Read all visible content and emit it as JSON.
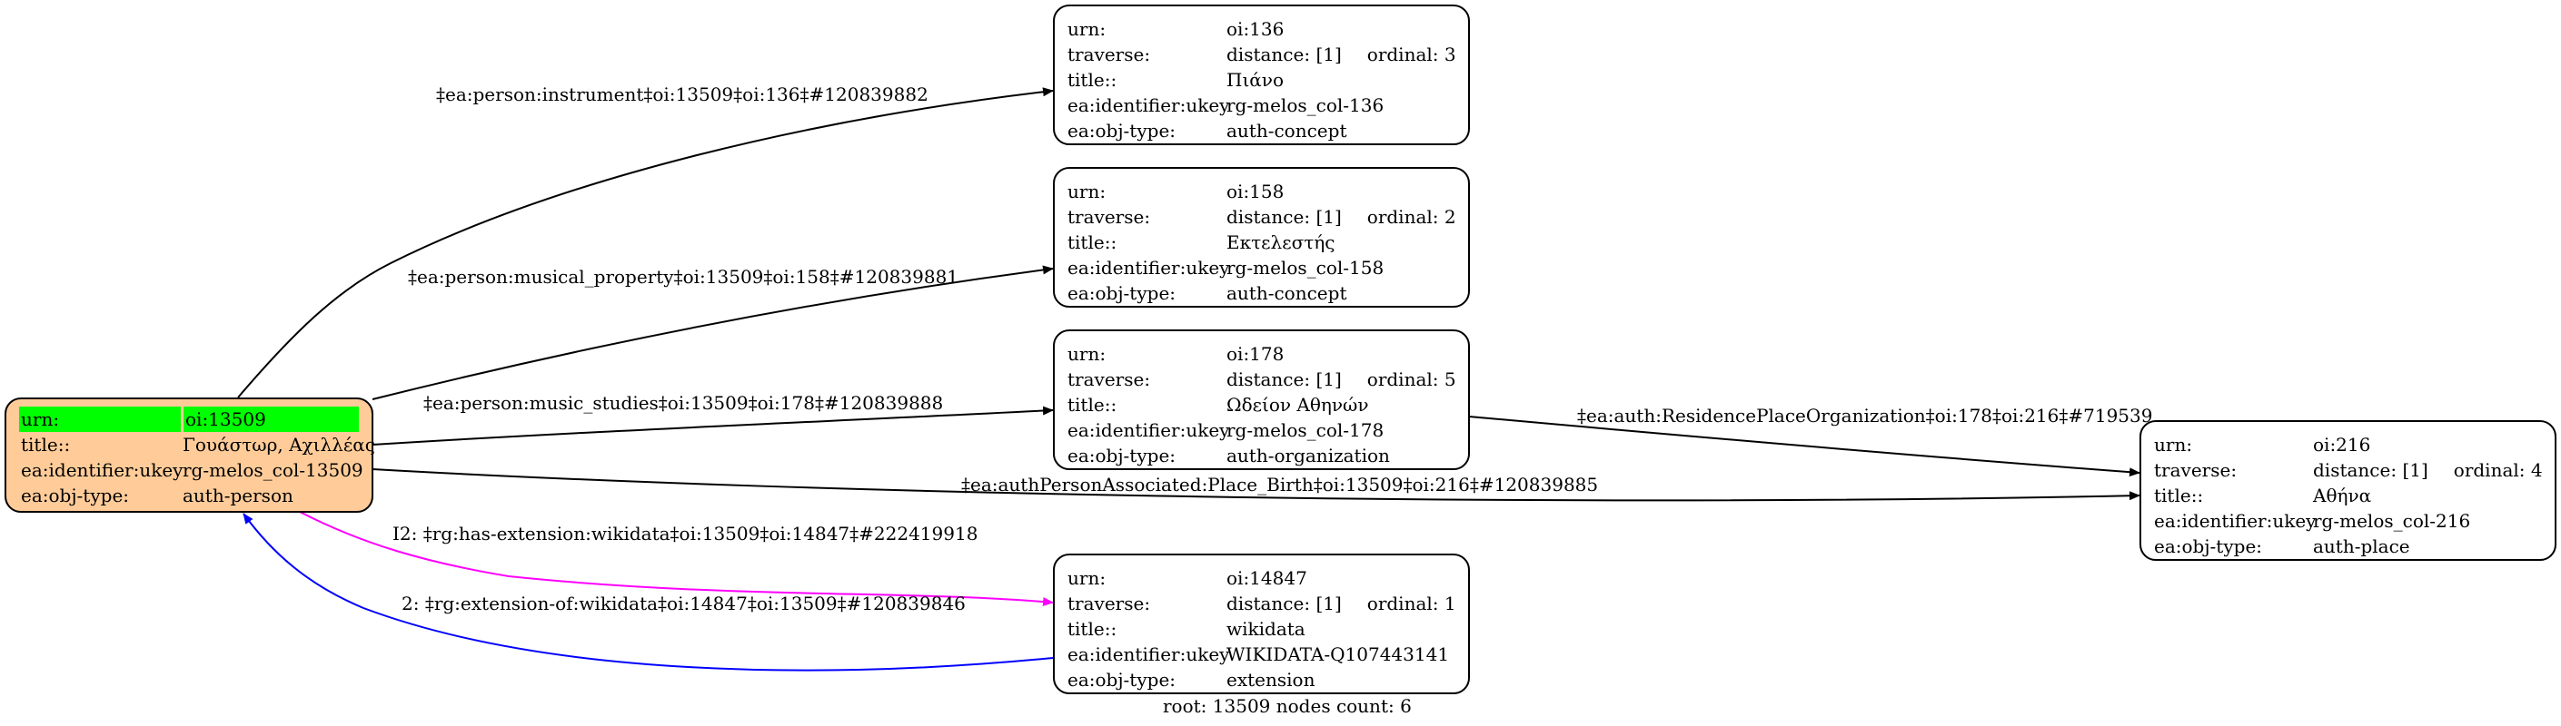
{
  "graph": {
    "root_node": {
      "urn_label": "urn:",
      "urn": "oi:13509",
      "title_label": "title::",
      "title": "Γουάστωρ, Αχιλλέας",
      "ukey_label": "ea:identifier:ukey",
      "ukey": "rg-melos_col-13509",
      "type_label": "ea:obj-type:",
      "type": "auth-person",
      "fill_color": "#ffcc99",
      "highlight_color": "#00ff00"
    },
    "nodes": [
      {
        "id": "136",
        "urn_label": "urn:",
        "urn": "oi:136",
        "traverse_label": "traverse:",
        "distance": "distance: [1]",
        "ordinal": "ordinal: 3",
        "title_label": "title::",
        "title": "Πιάνο",
        "ukey_label": "ea:identifier:ukey",
        "ukey": "rg-melos_col-136",
        "type_label": "ea:obj-type:",
        "type": "auth-concept"
      },
      {
        "id": "158",
        "urn_label": "urn:",
        "urn": "oi:158",
        "traverse_label": "traverse:",
        "distance": "distance: [1]",
        "ordinal": "ordinal: 2",
        "title_label": "title::",
        "title": "Εκτελεστής",
        "ukey_label": "ea:identifier:ukey",
        "ukey": "rg-melos_col-158",
        "type_label": "ea:obj-type:",
        "type": "auth-concept"
      },
      {
        "id": "178",
        "urn_label": "urn:",
        "urn": "oi:178",
        "traverse_label": "traverse:",
        "distance": "distance: [1]",
        "ordinal": "ordinal: 5",
        "title_label": "title::",
        "title": "Ωδείον Αθηνών",
        "ukey_label": "ea:identifier:ukey",
        "ukey": "rg-melos_col-178",
        "type_label": "ea:obj-type:",
        "type": "auth-organization"
      },
      {
        "id": "14847",
        "urn_label": "urn:",
        "urn": "oi:14847",
        "traverse_label": "traverse:",
        "distance": "distance: [1]",
        "ordinal": "ordinal: 1",
        "title_label": "title::",
        "title": "wikidata",
        "ukey_label": "ea:identifier:ukey",
        "ukey": "WIKIDATA-Q107443141",
        "type_label": "ea:obj-type:",
        "type": "extension"
      },
      {
        "id": "216",
        "urn_label": "urn:",
        "urn": "oi:216",
        "traverse_label": "traverse:",
        "distance": "distance: [1]",
        "ordinal": "ordinal: 4",
        "title_label": "title::",
        "title": "Αθήνα",
        "ukey_label": "ea:identifier:ukey",
        "ukey": "rg-melos_col-216",
        "type_label": "ea:obj-type:",
        "type": "auth-place"
      }
    ],
    "edges": [
      {
        "from": "13509",
        "to": "136",
        "label": "‡ea:person:instrument‡oi:13509‡oi:136‡#120839882",
        "color": "#000000"
      },
      {
        "from": "13509",
        "to": "158",
        "label": "‡ea:person:musical_property‡oi:13509‡oi:158‡#120839881",
        "color": "#000000"
      },
      {
        "from": "13509",
        "to": "178",
        "label": "‡ea:person:music_studies‡oi:13509‡oi:178‡#120839888",
        "color": "#000000"
      },
      {
        "from": "178",
        "to": "216",
        "label": "‡ea:auth:ResidencePlaceOrganization‡oi:178‡oi:216‡#719539",
        "color": "#000000"
      },
      {
        "from": "13509",
        "to": "216",
        "label": "‡ea:authPersonAssociated:Place_Birth‡oi:13509‡oi:216‡#120839885",
        "color": "#000000"
      },
      {
        "from": "13509",
        "to": "14847",
        "label": "I2: ‡rg:has-extension:wikidata‡oi:13509‡oi:14847‡#222419918",
        "color": "#ff00ff"
      },
      {
        "from": "14847",
        "to": "13509",
        "label": "2: ‡rg:extension-of:wikidata‡oi:14847‡oi:13509‡#120839846",
        "color": "#0000ff"
      }
    ],
    "footer": "root: 13509 nodes count: 6"
  }
}
